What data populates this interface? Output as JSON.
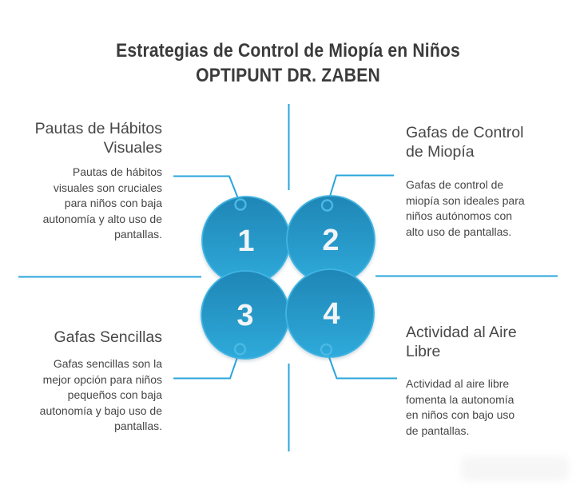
{
  "title": {
    "line1": "Estrategias de Control de Miopía en Niños",
    "line2": "OPTIPUNT DR. ZABEN"
  },
  "colors": {
    "accent_line": "#29a5dc",
    "circle_gradient_top": "#1f86b6",
    "circle_gradient_bottom": "#2eaada",
    "circle_stroke": "#40b4e2",
    "number_text": "#f2f5f8",
    "text": "#464646",
    "title_text": "#3b3b3b"
  },
  "quadrants": [
    {
      "number": "1",
      "heading": "Pautas de Hábitos\nVisuales",
      "body": "Pautas de hábitos\nvisuales son cruciales\npara niños con baja\nautonomía y alto uso de\npantallas."
    },
    {
      "number": "2",
      "heading": "Gafas de Control\nde Miopía",
      "body": "Gafas de control de\nmiopía son ideales para\nniños autónomos con\nalto uso de pantallas."
    },
    {
      "number": "3",
      "heading": "Gafas Sencillas",
      "body": "Gafas sencillas son la\nmejor opción para niños\npequeños con baja\nautonomía y bajo uso de\npantallas."
    },
    {
      "number": "4",
      "heading": "Actividad al Aire\nLibre",
      "body": "Actividad al aire libre\nfomenta la autonomía\nen niños con bajo uso\nde pantallas."
    }
  ]
}
